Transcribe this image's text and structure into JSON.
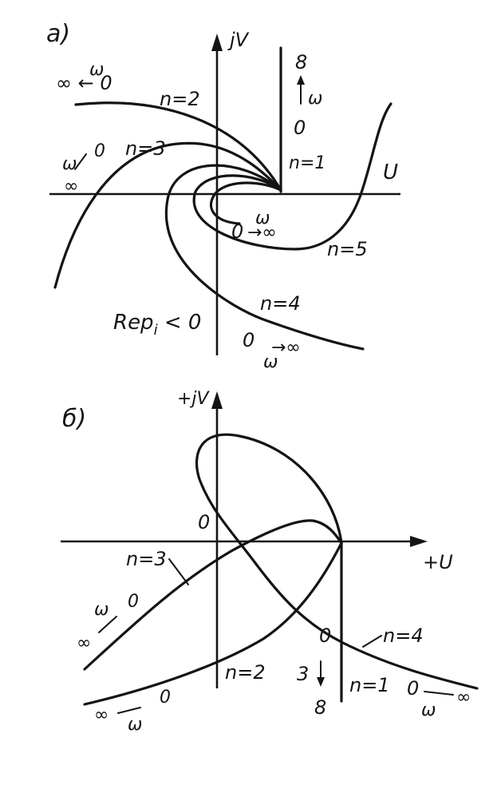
{
  "panel_a": {
    "label": "a)",
    "axis_v": "jV",
    "axis_u": "U",
    "labels": {
      "n2": "n=2",
      "n3": "n=3",
      "n1": "n=1",
      "n5": "n=5",
      "n4": "n=4",
      "rep": "Rep",
      "rep_sub": "i",
      "rep_rel": " < 0",
      "inf_w_0_top": "∞ ← 0",
      "w_top": "ω",
      "w_arrow_n3_w": "ω",
      "w_arrow_n3_0": "0",
      "w_arrow_n3_inf": "∞",
      "n1_top": "8",
      "n1_w": "ω",
      "n1_zero": "0",
      "n5_zero": "0",
      "n5_w": "ω",
      "n5_inf": "→∞",
      "n4_zero": "0",
      "n4_w": "ω",
      "n4_inf": "→∞"
    }
  },
  "panel_b": {
    "label": "б)",
    "axis_v": "+jV",
    "axis_u": "+U",
    "labels": {
      "n3": "n=3",
      "n2": "n=2",
      "n1": "n=1",
      "n4": "n=4",
      "zero_left": "0",
      "n3_w": "ω",
      "n3_0": "0",
      "n3_inf": "∞",
      "n2_inf": "∞",
      "n2_w": "ω",
      "n2_0": "0",
      "n1_zero": "0",
      "n1_three": "3",
      "n1_eight": "8",
      "n4_0": "0",
      "n4_w": "ω",
      "n4_inf": "∞"
    }
  }
}
